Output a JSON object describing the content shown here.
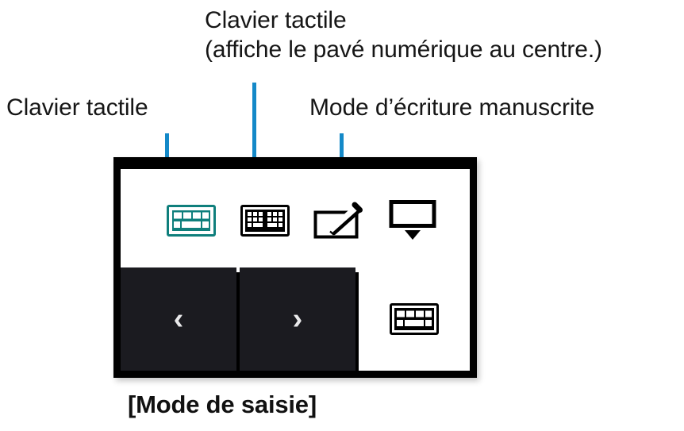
{
  "theme": {
    "accent_blue": "#1489c8",
    "active_teal": "#0f7f7c",
    "panel_dark": "#1b1b20",
    "frame_black": "#000000",
    "panel_white": "#ffffff",
    "text_black": "#161616"
  },
  "callouts": [
    {
      "id": "touch-keyboard",
      "label": "Clavier tactile",
      "target": "mode-touch-keyboard"
    },
    {
      "id": "numpad",
      "label_line1": "Clavier tactile",
      "label_line2": "(affiche le pavé numérique au centre.)",
      "target": "mode-numeric-keypad"
    },
    {
      "id": "handwriting",
      "label": "Mode d’écriture manuscrite",
      "target": "mode-handwriting"
    }
  ],
  "device": {
    "mode_bar": {
      "buttons": [
        {
          "id": "touch-keyboard",
          "icon": "keyboard-icon",
          "state": "selected",
          "color": "#0f7f7c"
        },
        {
          "id": "numeric-keypad",
          "icon": "numeric-keypad-icon",
          "state": "normal",
          "color": "#000000"
        },
        {
          "id": "handwriting",
          "icon": "pen-tablet-icon",
          "state": "normal",
          "color": "#000000"
        },
        {
          "id": "hide-panel",
          "icon": "panel-collapse-icon",
          "state": "normal",
          "color": "#000000"
        }
      ]
    },
    "bottom_row": {
      "prev_label": "‹",
      "next_label": "›",
      "keyboard_icon": "keyboard-icon"
    }
  },
  "caption": {
    "text": "[Mode de saisie]"
  }
}
